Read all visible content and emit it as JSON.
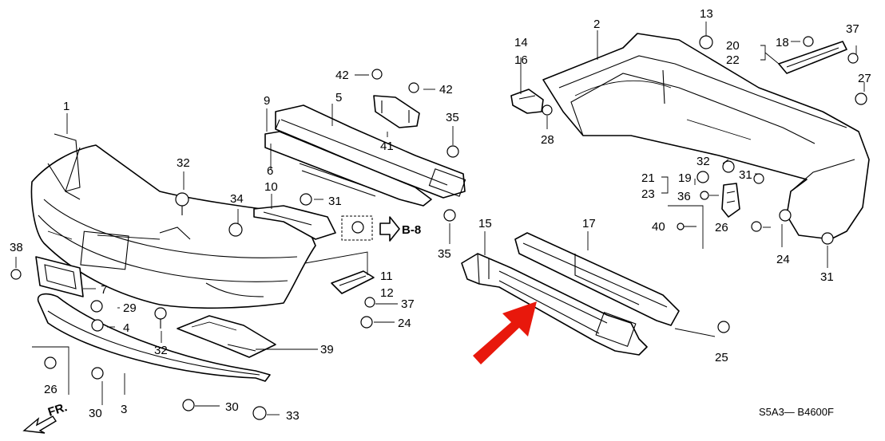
{
  "labels": {
    "p1": "1",
    "p2": "2",
    "p3": "3",
    "p4": "4",
    "p5": "5",
    "p6": "6",
    "p7": "7",
    "p9": "9",
    "p10": "10",
    "p11": "11",
    "p12": "12",
    "p13": "13",
    "p14": "14",
    "p15": "15",
    "p16": "16",
    "p17": "17",
    "p18": "18",
    "p19": "19",
    "p20": "20",
    "p21": "21",
    "p22": "22",
    "p23": "23",
    "p24a": "24",
    "p24b": "24",
    "p25": "25",
    "p26a": "26",
    "p26b": "26",
    "p27": "27",
    "p28": "28",
    "p29": "29",
    "p30a": "30",
    "p30b": "30",
    "p31a": "31",
    "p31b": "31",
    "p31c": "31",
    "p32a": "32",
    "p32b": "32",
    "p32c": "32",
    "p33": "33",
    "p34": "34",
    "p35a": "35",
    "p35b": "35",
    "p36": "36",
    "p37a": "37",
    "p37b": "37",
    "p38": "38",
    "p39": "39",
    "p40": "40",
    "p41": "41",
    "p42a": "42",
    "p42b": "42"
  },
  "reference": "B-8",
  "front_marker": "FR.",
  "diagram_code": "S5A3— B4600F",
  "colors": {
    "line": "#000000",
    "highlight_arrow": "#e8180c",
    "background": "#ffffff"
  }
}
